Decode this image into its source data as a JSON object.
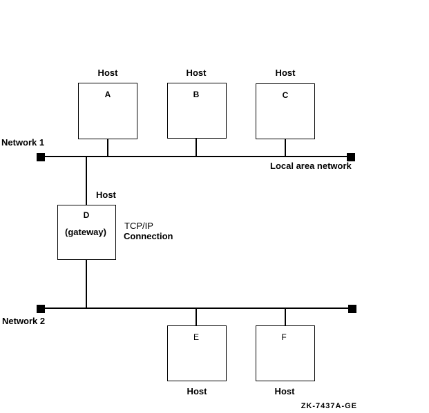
{
  "figure": {
    "background_color": "#ffffff",
    "line_color": "#000000",
    "network1": {
      "label": "Network 1",
      "lan_label": "Local area network"
    },
    "network2": {
      "label": "Network 2"
    },
    "hosts": {
      "a": {
        "label": "Host",
        "letter": "A"
      },
      "b": {
        "label": "Host",
        "letter": "B"
      },
      "c": {
        "label": "Host",
        "letter": "C"
      },
      "e": {
        "label": "Host",
        "letter": "E"
      },
      "f": {
        "label": "Host",
        "letter": "F"
      }
    },
    "gateway": {
      "label": "Host",
      "letter": "D",
      "role": "(gateway)",
      "connection_label_line1": "TCP/IP",
      "connection_label_line2": "Connection"
    },
    "figure_code": "ZK-7437A-GE"
  }
}
